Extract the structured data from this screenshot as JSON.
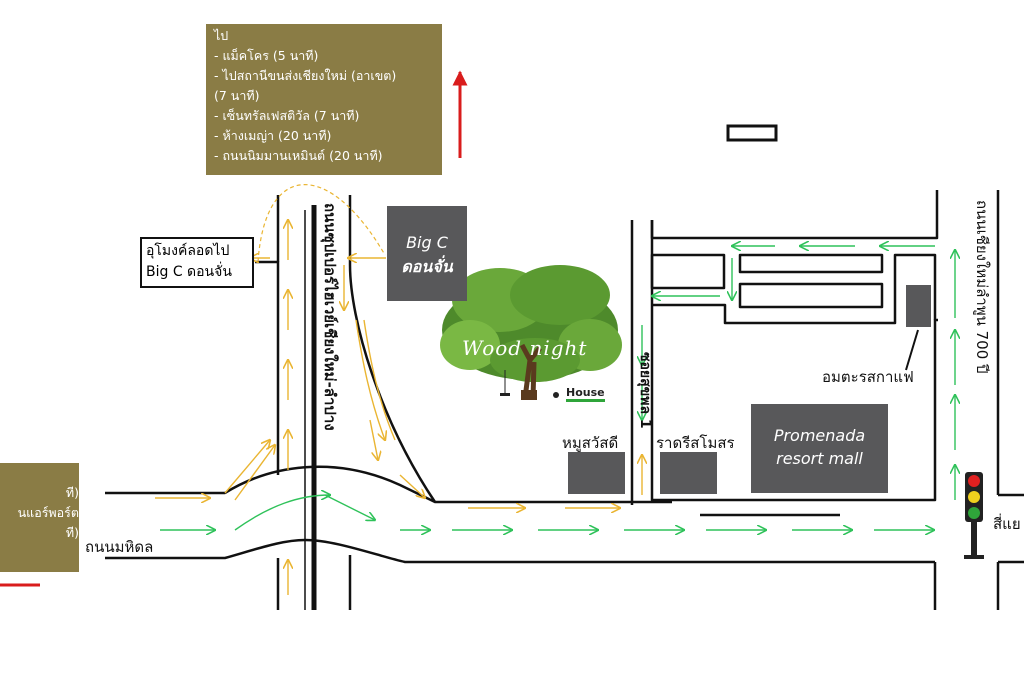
{
  "directions_box": {
    "title": "ไป",
    "lines": [
      "- แม็คโคร (5 นาที)",
      "- ไปสถานีขนส่งเชียงใหม่ (อาเขต)",
      "(7 นาที)",
      "- เซ็นทรัลเฟสติวัล (7 นาที)",
      "- ห้างเมญ่า (20 นาที)",
      "- ถนนนิมมานเหมินต์ (20 นาที)"
    ]
  },
  "left_box": {
    "lines": [
      "ที)",
      "นแอร์พอร์ต",
      "ที)"
    ]
  },
  "tunnel_label": {
    "line1": "อุโมงค์ลอดไป",
    "line2": "Big C ดอนจั่น"
  },
  "bigc": {
    "line1": "Big C",
    "line2": "ดอนจั่น"
  },
  "woodnight": {
    "script": "Wood night",
    "house": "House"
  },
  "promenada": {
    "line1": "Promenada",
    "line2": "resort mall"
  },
  "roads": {
    "superhighway": "ถนนซุปเปอร์ไฮเวย์เชียงใหม่-ลำปาง",
    "soi_sukphol": "ซอยสุขพล 1",
    "chiangmai_lamphun": "ถนนเชียงใหม่ลำพูน 700 ปี",
    "mahidol": "ถนนมหิดล"
  },
  "places": {
    "moo_sawasdee": "หมูสวัสดี",
    "rot_d_somsorn": "ราดรีสโมสร",
    "amata_cafe": "อมตะรสกาแฟ",
    "intersection": "สี่แย"
  },
  "colors": {
    "olive": "#8a7c45",
    "grey_building": "#58585a",
    "green_arrow": "#2fc25a",
    "yellow_arrow": "#eab532",
    "red_arrow": "#d91c1c",
    "road": "#111111"
  },
  "icons": [
    "tree-icon",
    "traffic-light-icon",
    "north-arrow-icon"
  ]
}
